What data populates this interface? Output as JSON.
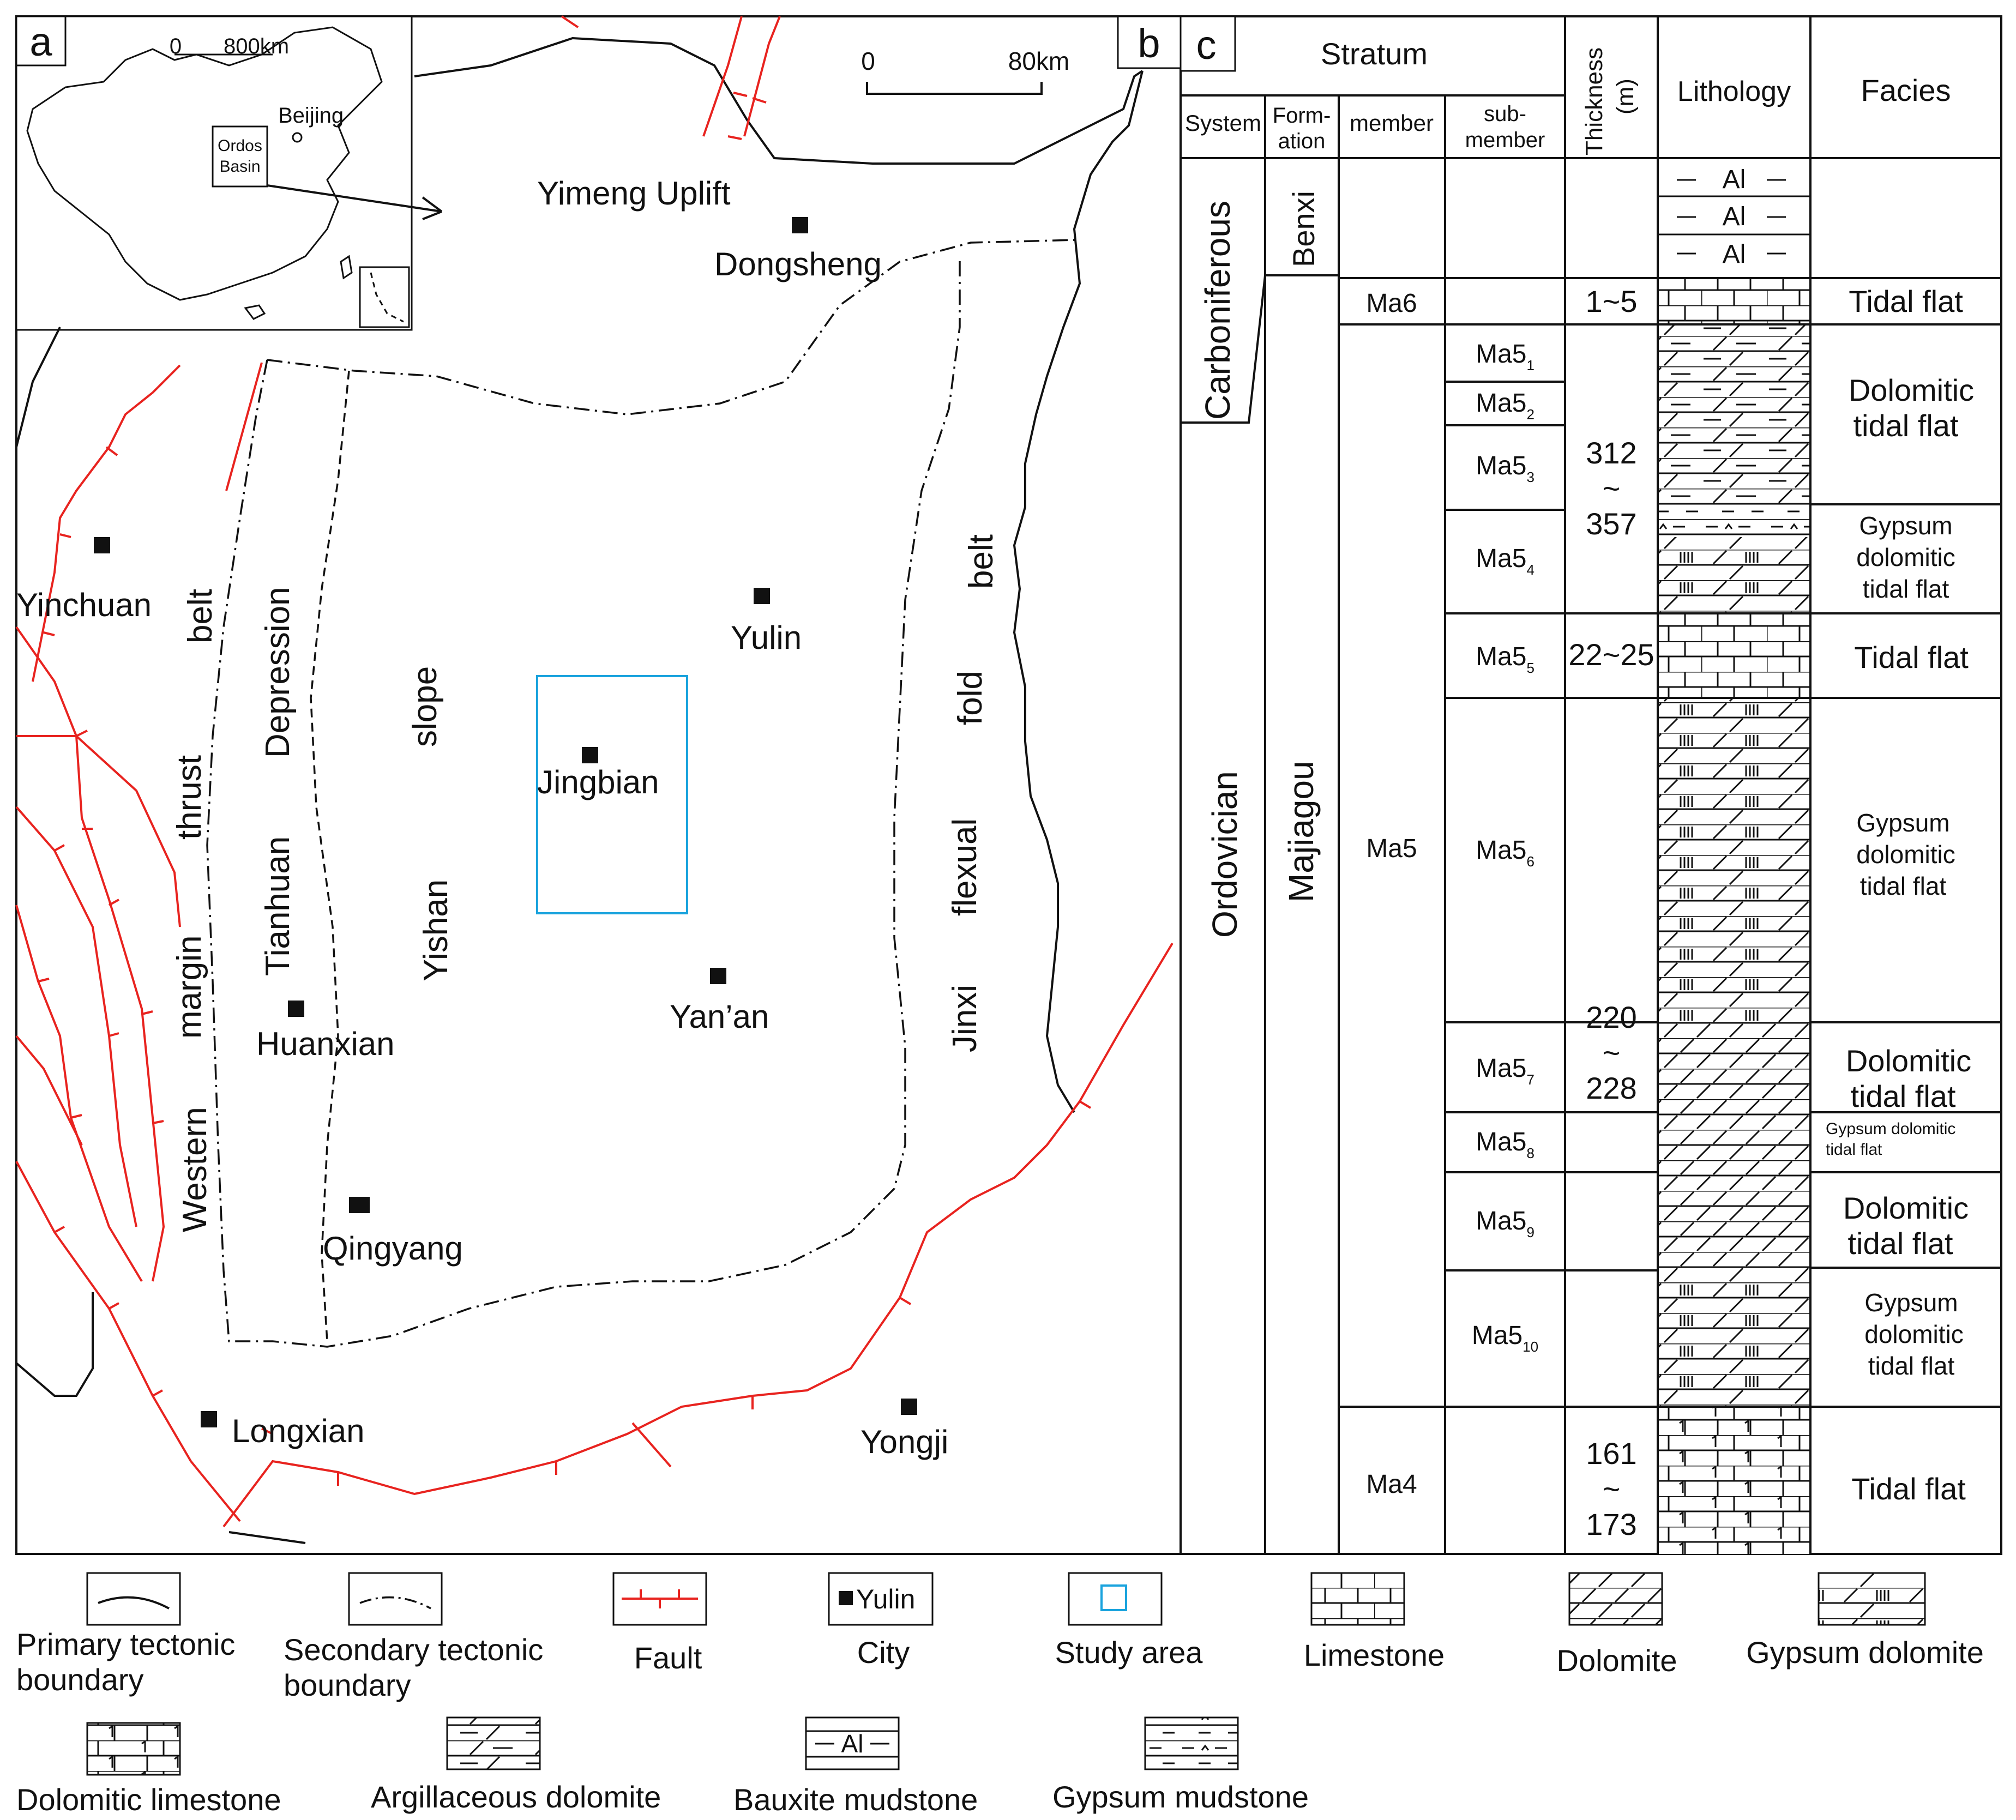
{
  "panel_labels": {
    "a": "a",
    "b": "b",
    "c": "c"
  },
  "inset": {
    "scale_zero": "0",
    "scale_max": "800km",
    "beijing": "Beijing",
    "ordos_line1": "Ordos",
    "ordos_line2": "Basin"
  },
  "map": {
    "scale_zero": "0",
    "scale_max": "80km",
    "uplift": "Yimeng Uplift",
    "cities": {
      "dongsheng": "Dongsheng",
      "yinchuan": "Yinchuan",
      "yulin": "Yulin",
      "jingbian": "Jingbian",
      "huanxian": "Huanxian",
      "yanan": "Yan’an",
      "qingyang": "Qingyang",
      "longxian": "Longxian",
      "yongji": "Yongji"
    },
    "units": {
      "western_margin": [
        "Western",
        "margin",
        "thrust",
        "belt"
      ],
      "tianhuan": [
        "Tianhuan",
        "Depression"
      ],
      "yishan": [
        "Yishan",
        "slope"
      ],
      "jinxi": [
        "Jinxi",
        "flexual",
        "fold",
        "belt"
      ]
    }
  },
  "column": {
    "headers": {
      "stratum": "Stratum",
      "system": "System",
      "formation1": "Form-",
      "formation2": "ation",
      "member": "member",
      "submember1": "sub-",
      "submember2": "member",
      "thickness1": "Thickness",
      "thickness2": "(m)",
      "lithology": "Lithology",
      "facies": "Facies"
    },
    "systems": {
      "carboniferous": "Carboniferous",
      "ordovician": "Ordovician"
    },
    "formations": {
      "benxi": "Benxi",
      "majiagou": "Majiagou"
    },
    "members": {
      "ma6": "Ma6",
      "ma5": "Ma5",
      "ma4": "Ma4"
    },
    "submembers": [
      {
        "base": "Ma5",
        "sub": "1"
      },
      {
        "base": "Ma5",
        "sub": "2"
      },
      {
        "base": "Ma5",
        "sub": "3"
      },
      {
        "base": "Ma5",
        "sub": "4"
      },
      {
        "base": "Ma5",
        "sub": "5"
      },
      {
        "base": "Ma5",
        "sub": "6"
      },
      {
        "base": "Ma5",
        "sub": "7"
      },
      {
        "base": "Ma5",
        "sub": "8"
      },
      {
        "base": "Ma5",
        "sub": "9"
      },
      {
        "base": "Ma5",
        "sub": "10"
      }
    ],
    "thickness": {
      "ma6": "1~5",
      "upper_a": "312",
      "upper_t": "~",
      "upper_b": "357",
      "ma55": "22~25",
      "lower_a": "220",
      "lower_t": "~",
      "lower_b": "228",
      "ma4_a": "161",
      "ma4_t": "~",
      "ma4_b": "173"
    },
    "bauxite_label": "Al",
    "facies": {
      "tidal_flat_1": "Tidal flat",
      "dolomitic_tidal_flat_1": [
        "Dolomitic",
        "tidal flat"
      ],
      "gypsum_dolomitic_1": [
        "Gypsum",
        "dolomitic",
        "tidal flat"
      ],
      "tidal_flat_2": "Tidal flat",
      "gypsum_dolomitic_2": [
        "Gypsum",
        "dolomitic",
        "tidal flat"
      ],
      "dolomitic_tidal_flat_2": [
        "Dolomitic",
        "tidal flat"
      ],
      "gypsum_dolomitic_small": [
        "Gypsum dolomitic",
        "tidal flat"
      ],
      "dolomitic_tidal_flat_3": [
        "Dolomitic",
        "tidal flat"
      ],
      "gypsum_dolomitic_3": [
        "Gypsum",
        "dolomitic",
        "tidal flat"
      ],
      "tidal_flat_3": "Tidal flat"
    }
  },
  "legend": {
    "primary": [
      "Primary tectonic",
      "boundary"
    ],
    "secondary": [
      "Secondary tectonic",
      "boundary"
    ],
    "fault": "Fault",
    "city_symbol_label": "Yulin",
    "city": "City",
    "study_area": "Study area",
    "limestone": "Limestone",
    "dolomite": "Dolomite",
    "gypsum_dolomite": "Gypsum dolomite",
    "dolomitic_limestone": "Dolomitic limestone",
    "argillaceous_dolomite": "Argillaceous dolomite",
    "bauxite_mudstone": "Bauxite mudstone",
    "gypsum_mudstone": "Gypsum mudstone"
  },
  "colors": {
    "fault": "#e8231f",
    "study_area": "#1aa3dd",
    "line": "#111111"
  }
}
